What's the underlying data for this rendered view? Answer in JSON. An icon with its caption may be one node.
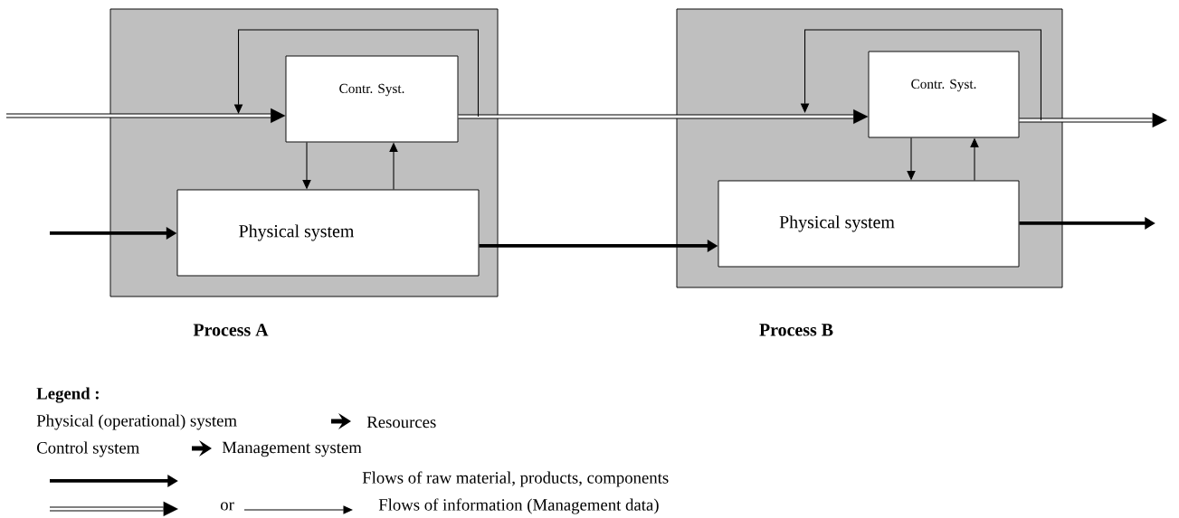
{
  "diagram": {
    "nodes": [
      {
        "text": [
          "Process A"
        ]
      },
      {
        "text": [
          "Contr. Syst."
        ],
        "in": 0
      },
      {
        "text": [
          "Physical system"
        ],
        "in": 0
      },
      {
        "text": [
          "Process B"
        ]
      },
      {
        "text": [
          "Contr. Syst."
        ],
        "in": 3
      },
      {
        "text": [
          "Physical system"
        ],
        "in": 3
      }
    ],
    "edges": [
      {
        "from": null,
        "to": 1,
        "arrow": "to",
        "style": "thick"
      },
      {
        "from": 1,
        "to": 4,
        "arrow": "to",
        "style": "thick"
      },
      {
        "from": 4,
        "to": null,
        "arrow": "to",
        "style": "thick"
      },
      {
        "from": 1,
        "to": 1,
        "arrow": "to"
      },
      {
        "from": 1,
        "to": 2,
        "arrow": "to"
      },
      {
        "from": 2,
        "to": 1,
        "arrow": "to"
      },
      {
        "from": null,
        "to": 2,
        "arrow": "to",
        "style": "thick"
      },
      {
        "from": 2,
        "to": 5,
        "arrow": "to",
        "style": "thick"
      },
      {
        "from": 5,
        "to": null,
        "arrow": "to",
        "style": "thick"
      },
      {
        "from": 4,
        "to": 4,
        "arrow": "to"
      },
      {
        "from": 4,
        "to": 5,
        "arrow": "to"
      },
      {
        "from": 5,
        "to": 4,
        "arrow": "to"
      }
    ],
    "labels": [
      "Legend :",
      "Physical (operational) system",
      "Resources",
      "Control system",
      "Management system",
      "or"
    ],
    "legend": [
      {
        "text": "Flows of raw material, products, components"
      },
      {
        "text": "Flows of information (Management data)"
      }
    ]
  }
}
